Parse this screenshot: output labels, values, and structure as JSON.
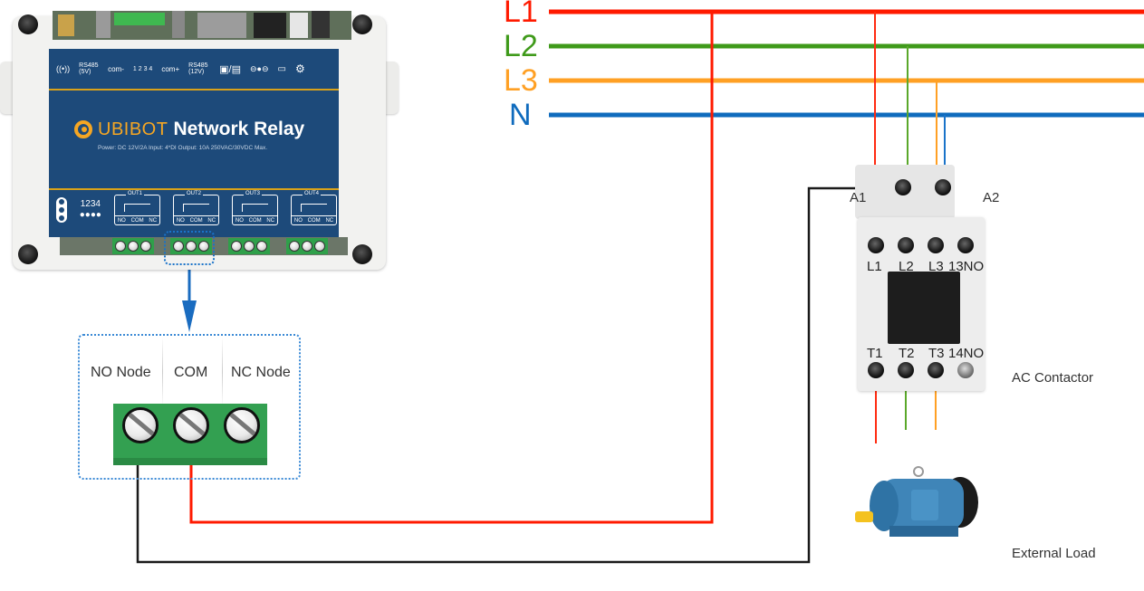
{
  "relay_device": {
    "brand": "UBIBOT",
    "title": "Network Relay",
    "spec_line": "Power: DC 12V/2A   Input: 4*DI   Output: 10A 250VAC/30VDC Max.",
    "top_labels": {
      "rs485_5v": "RS485 (5V)",
      "com_minus": "com-",
      "di_numbers": "1 2 3 4",
      "com_plus": "com+",
      "rs485_12v": "RS485 (12V)"
    },
    "led_numbers": "1234",
    "outputs": [
      {
        "label": "OUT1",
        "pins": [
          "NO",
          "COM",
          "NC"
        ]
      },
      {
        "label": "OUT2",
        "pins": [
          "NO",
          "COM",
          "NC"
        ]
      },
      {
        "label": "OUT3",
        "pins": [
          "NO",
          "COM",
          "NC"
        ]
      },
      {
        "label": "OUT4",
        "pins": [
          "NO",
          "COM",
          "NC"
        ]
      }
    ],
    "highlighted_output": "OUT2"
  },
  "terminal_detail": {
    "labels": [
      "NO Node",
      "COM",
      "NC Node"
    ]
  },
  "power_lines": [
    {
      "name": "L1",
      "color": "#ff1a00"
    },
    {
      "name": "L2",
      "color": "#3f9a1a"
    },
    {
      "name": "L3",
      "color": "#ffa024"
    },
    {
      "name": "N",
      "color": "#0f6bbd"
    }
  ],
  "contactor": {
    "caption": "AC Contactor",
    "coil_labels": [
      "A1",
      "A2"
    ],
    "top_terminals": [
      "L1",
      "L2",
      "L3",
      "13NO"
    ],
    "bottom_terminals": [
      "T1",
      "T2",
      "T3",
      "14NO"
    ]
  },
  "load": {
    "caption": "External Load"
  },
  "colors": {
    "control_wire": "#1a1a1a",
    "com_wire": "#ff1a00",
    "highlight": "#1a73c9",
    "panel": "#1d4a7a",
    "terminal_green": "#33a051"
  }
}
